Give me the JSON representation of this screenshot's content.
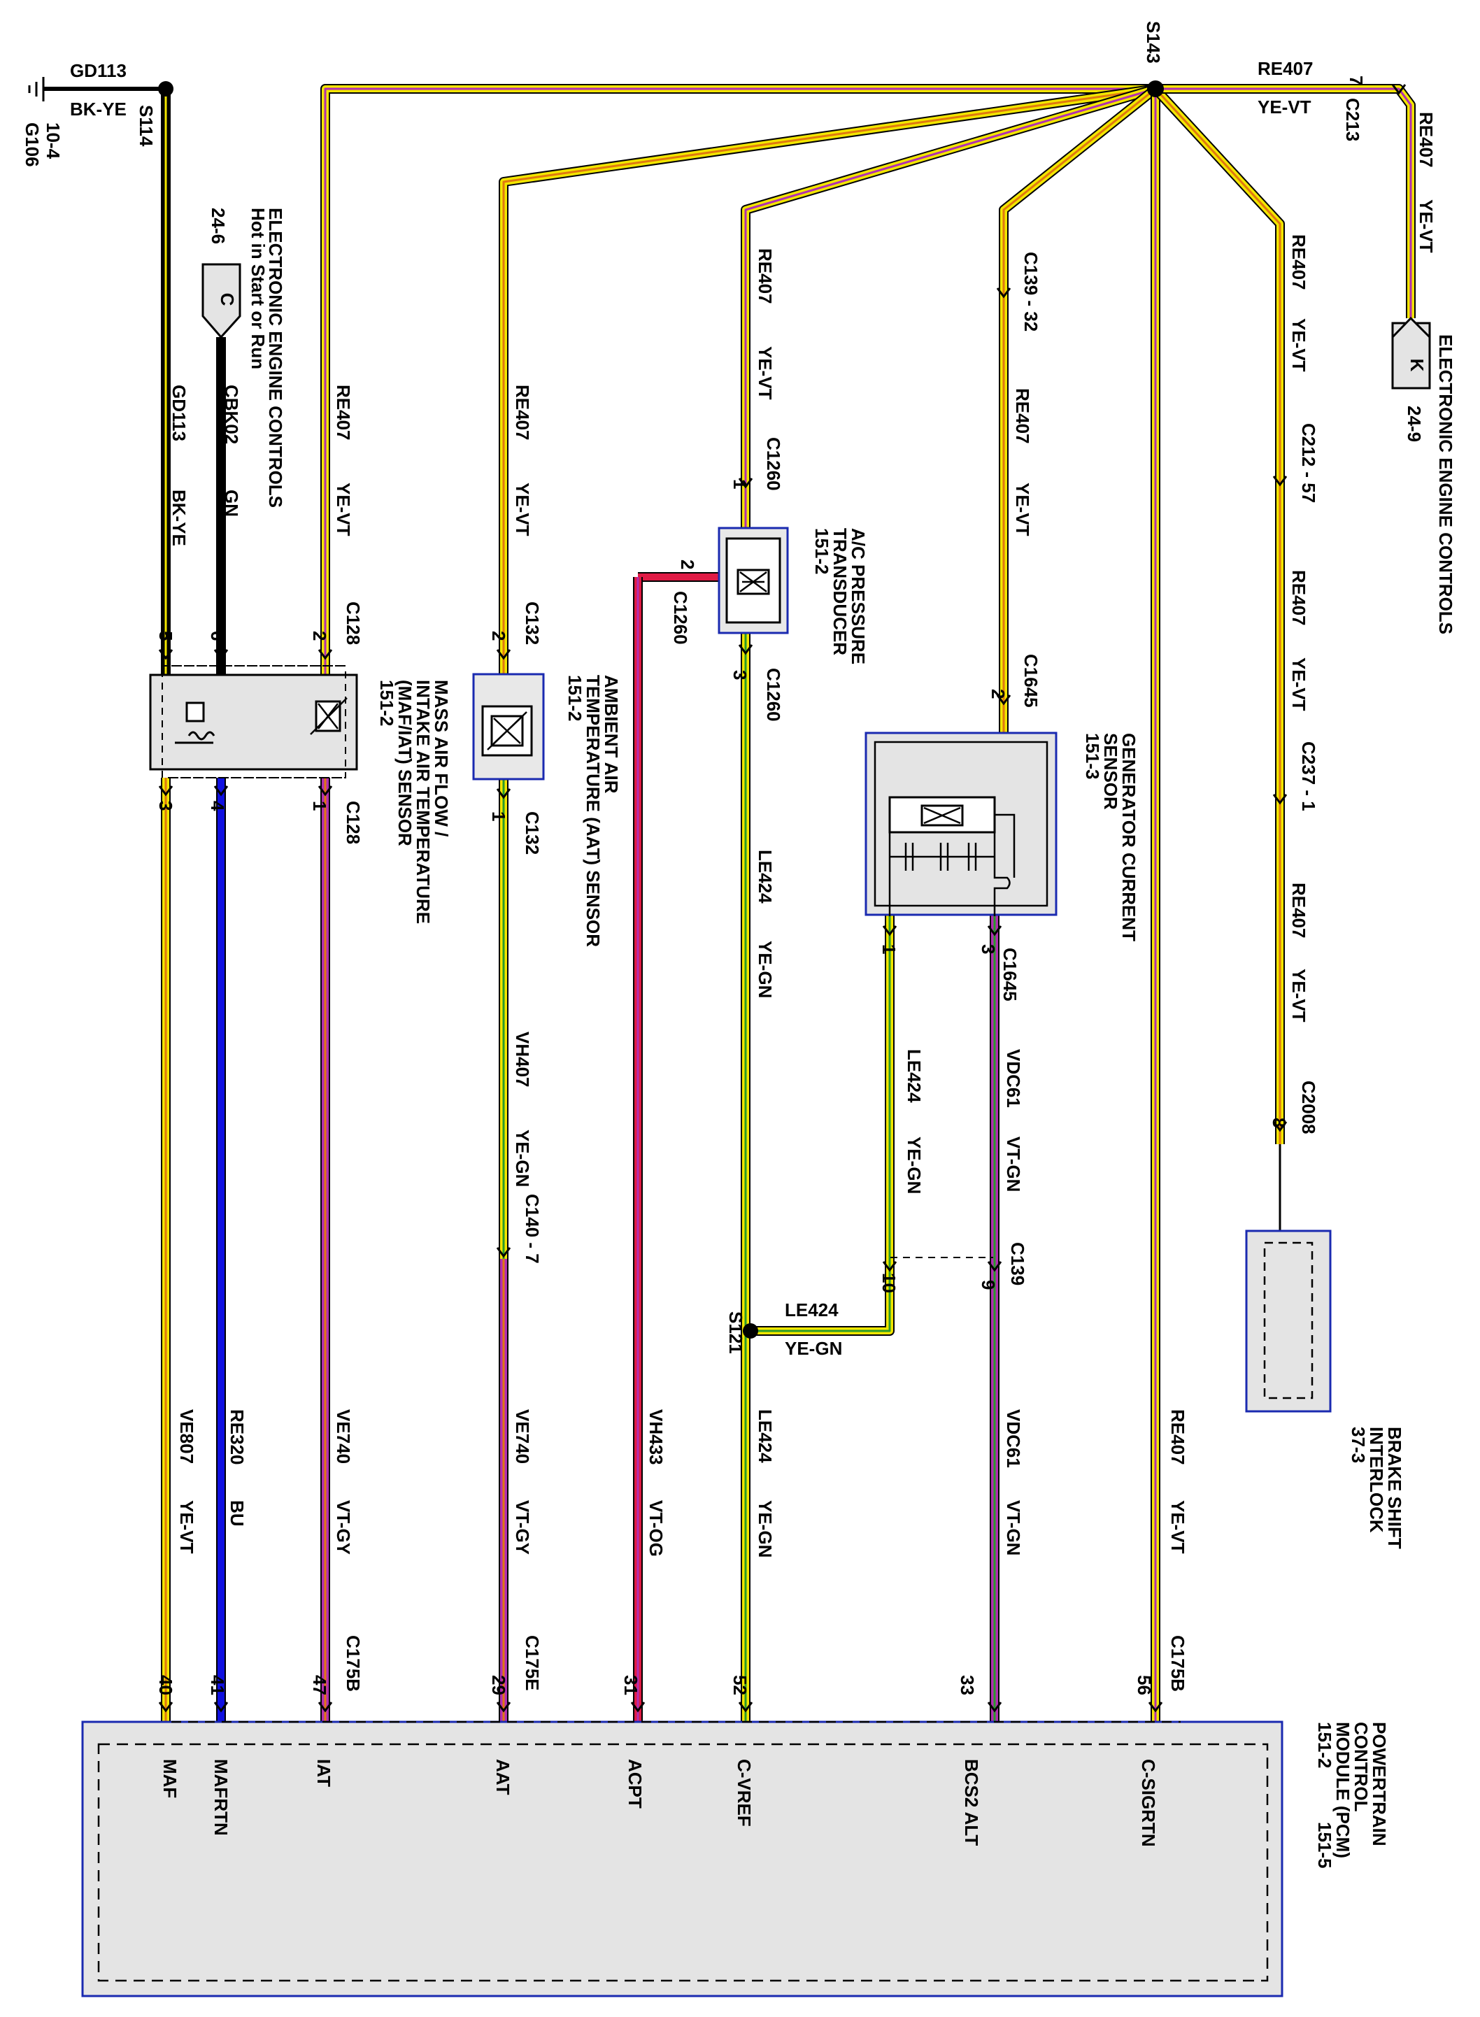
{
  "colors": {
    "yellow": "#f2e600",
    "black": "#000000",
    "violet": "#b12fb1",
    "blue": "#1010e0",
    "red": "#e01b45",
    "orange": "#e07810",
    "green": "#2a9a2a",
    "box_fill": "#e4e4e4",
    "box_border": "#1a2ab0"
  },
  "ground": {
    "ref": "G106",
    "page": "10-4",
    "circuit": "GD113",
    "color": "BK-YE",
    "splice": "S114",
    "circuit2": "GD113",
    "color2": "BK-YE"
  },
  "feed": {
    "ref": "24-6",
    "letter": "C",
    "line1": "ELECTRONIC ENGINE CONTROLS",
    "line2": "Hot in Start or Run",
    "circuit": "CBK02",
    "color": "GN"
  },
  "splice_top": {
    "name": "S143",
    "wires": [
      {
        "circuit": "RE407",
        "color": "YE-VT"
      },
      {
        "circuit": "RE407",
        "color": "YE-VT"
      },
      {
        "circuit": "RE407",
        "color": "YE-VT"
      },
      {
        "circuit": "RE407",
        "color": "YE-VT"
      },
      {
        "circuit": "RE407",
        "color": "YE-VT"
      },
      {
        "circuit": "RE407",
        "color": "YE-VT"
      },
      {
        "circuit": "RE407",
        "color": "YE-VT"
      },
      {
        "circuit": "RE407",
        "color": "YE-VT"
      },
      {
        "circuit": "RE407",
        "color": "YE-VT"
      },
      {
        "circuit": "RE407",
        "color": "YE-VT"
      }
    ]
  },
  "c213": {
    "name": "C213",
    "pin": "7"
  },
  "eec_k": {
    "letter": "K",
    "label": "ELECTRONIC ENGINE CONTROLS",
    "ref": "24-9"
  },
  "connectors": {
    "c128_top": "C128",
    "c128_bot": "C128",
    "c132_top": "C132",
    "c132_bot": "C132",
    "c1260_1": "C1260",
    "c1260_2": "C1260",
    "c1260_3": "C1260",
    "c1645_top": "C1645",
    "c1645_bot": "C1645",
    "c139_32": "C139 - 32",
    "c139": "C139",
    "c140_7": "C140 - 7",
    "c212_57": "C212 - 57",
    "c237_1": "C237 - 1",
    "c2008": "C2008",
    "c175b_a": "C175B",
    "c175e": "C175E",
    "c175b_b": "C175B"
  },
  "pins": {
    "maf_top": [
      "5",
      "6",
      "2"
    ],
    "maf_bot": [
      "3",
      "4",
      "1"
    ],
    "aat_top": "2",
    "aat_bot": "1",
    "acp_1": "1",
    "acp_2": "2",
    "acp_3": "3",
    "gen_top": "2",
    "gen_1": "1",
    "gen_3": "3",
    "c139_10": "10",
    "c139_9": "9",
    "c2008": "8",
    "pcm": [
      "40",
      "41",
      "47",
      "29",
      "31",
      "52",
      "33",
      "56"
    ]
  },
  "components": {
    "maf": {
      "line1": "MASS AIR FLOW /",
      "line2": "INTAKE AIR TEMPERATURE",
      "line3": "(MAF/IAT) SENSOR",
      "ref": "151-2"
    },
    "aat": {
      "line1": "AMBIENT AIR",
      "line2": "TEMPERATURE (AAT) SENSOR",
      "ref": "151-2"
    },
    "acp": {
      "line1": "A/C PRESSURE",
      "line2": "TRANSDUCER",
      "ref": "151-2"
    },
    "gen": {
      "line1": "GENERATOR CURRENT",
      "line2": "SENSOR",
      "ref": "151-3"
    },
    "brake": {
      "line1": "BRAKE SHIFT",
      "line2": "INTERLOCK",
      "ref": "37-3"
    },
    "pcm": {
      "line1": "POWERTRAIN",
      "line2": "CONTROL",
      "line3": "MODULE (PCM)",
      "ref1": "151-2",
      "ref2": "151-5"
    }
  },
  "lower_wires": {
    "maf": {
      "circuit": "VE807",
      "color": "YE-VT"
    },
    "mafrtn": {
      "circuit": "RE320",
      "color": "BU"
    },
    "iat": {
      "circuit": "VE740",
      "color": "VT-GY"
    },
    "aat_mid": {
      "circuit": "VH407",
      "color": "YE-GN"
    },
    "aat": {
      "circuit": "VE740",
      "color": "VT-GY"
    },
    "acpt": {
      "circuit": "VH433",
      "color": "VT-OG"
    },
    "cvref_mid": {
      "circuit": "LE424",
      "color": "YE-GN"
    },
    "cvref": {
      "circuit": "LE424",
      "color": "YE-GN"
    },
    "s121": "S121",
    "s121_branch": {
      "circuit": "LE424",
      "color": "YE-GN"
    },
    "gen_le": {
      "circuit": "LE424",
      "color": "YE-GN"
    },
    "gen_vdc": {
      "circuit": "VDC61",
      "color": "VT-GN"
    },
    "bcs2": {
      "circuit": "VDC61",
      "color": "VT-GN"
    },
    "csig": {
      "circuit": "RE407",
      "color": "YE-VT"
    }
  },
  "pcm_pins": [
    "MAF",
    "MAFRTN",
    "IAT",
    "AAT",
    "ACPT",
    "C-VREF",
    "BCS2 ALT",
    "C-SIGRTN"
  ]
}
